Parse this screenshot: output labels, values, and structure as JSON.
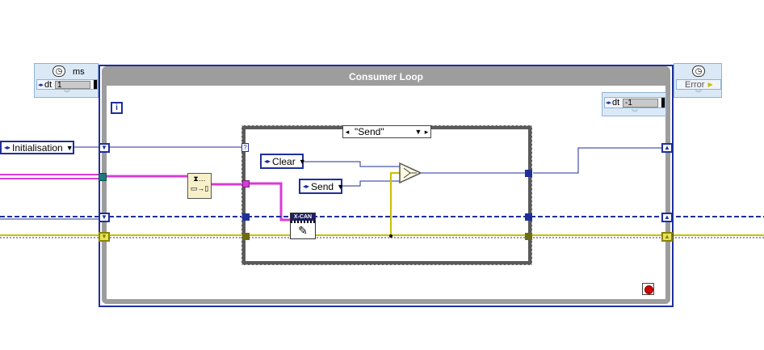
{
  "left_timed_node": {
    "unit": "ms",
    "dt_label": "dt",
    "dt_value": "1"
  },
  "right_timed_node": {
    "error_label": "Error"
  },
  "loop": {
    "title": "Consumer Loop",
    "iteration_label": "i",
    "dt_label": "dt",
    "dt_value": "-1"
  },
  "constants": {
    "initialisation": "Initialisation",
    "clear": "Clear",
    "send": "Send"
  },
  "case_structure": {
    "selector": "\"Send\"",
    "selector_terminal": "?"
  },
  "nodes": {
    "xcan_label": "X-CAN"
  },
  "colors": {
    "loop_frame": "#9d9d9d",
    "enum_wire": "#1f2f9a",
    "error_wire": "#c8c000",
    "queue_wire": "#d83bd8",
    "dashed_wire": "#1f2f9a",
    "stop": "#d40000"
  }
}
